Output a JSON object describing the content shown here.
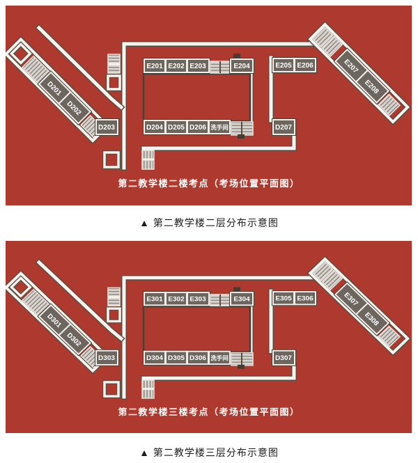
{
  "colors": {
    "panel_bg": "#ae3a2f",
    "room_fill": "#6d665f",
    "wall_white": "#f7f3ee",
    "wall_dark": "#5a4c41",
    "stair_fill": "#d9d5d0",
    "stair_stripe": "#8e8780",
    "plan_caption_color": "#ffffff",
    "figure_caption_color": "#1b1b1b"
  },
  "panels": [
    {
      "caption": "第二教学楼二楼考点（考场位置平面图）",
      "figure_caption": "▲ 第二教学楼二层分布示意图",
      "rooms": {
        "wing_left_1": "D201",
        "wing_left_2": "D202",
        "junction": "D203",
        "top_1": "E201",
        "top_2": "E202",
        "top_3": "E203",
        "top_4": "E204",
        "bottom_1": "D204",
        "bottom_2": "D205",
        "bottom_3": "D206",
        "washroom": "洗手间",
        "right_top_1": "E205",
        "right_top_2": "E206",
        "right_bottom": "D207",
        "wing_right_1": "E207",
        "wing_right_2": "E208"
      }
    },
    {
      "caption": "第二教学楼三楼考点（考场位置平面图）",
      "figure_caption": "▲ 第二教学楼三层分布示意图",
      "rooms": {
        "wing_left_1": "D301",
        "wing_left_2": "D302",
        "junction": "D303",
        "top_1": "E301",
        "top_2": "E302",
        "top_3": "E303",
        "top_4": "E304",
        "bottom_1": "D304",
        "bottom_2": "D305",
        "bottom_3": "D306",
        "washroom": "洗手间",
        "right_top_1": "E305",
        "right_top_2": "E306",
        "right_bottom": "D307",
        "wing_right_1": "E307",
        "wing_right_2": "E308"
      }
    }
  ]
}
